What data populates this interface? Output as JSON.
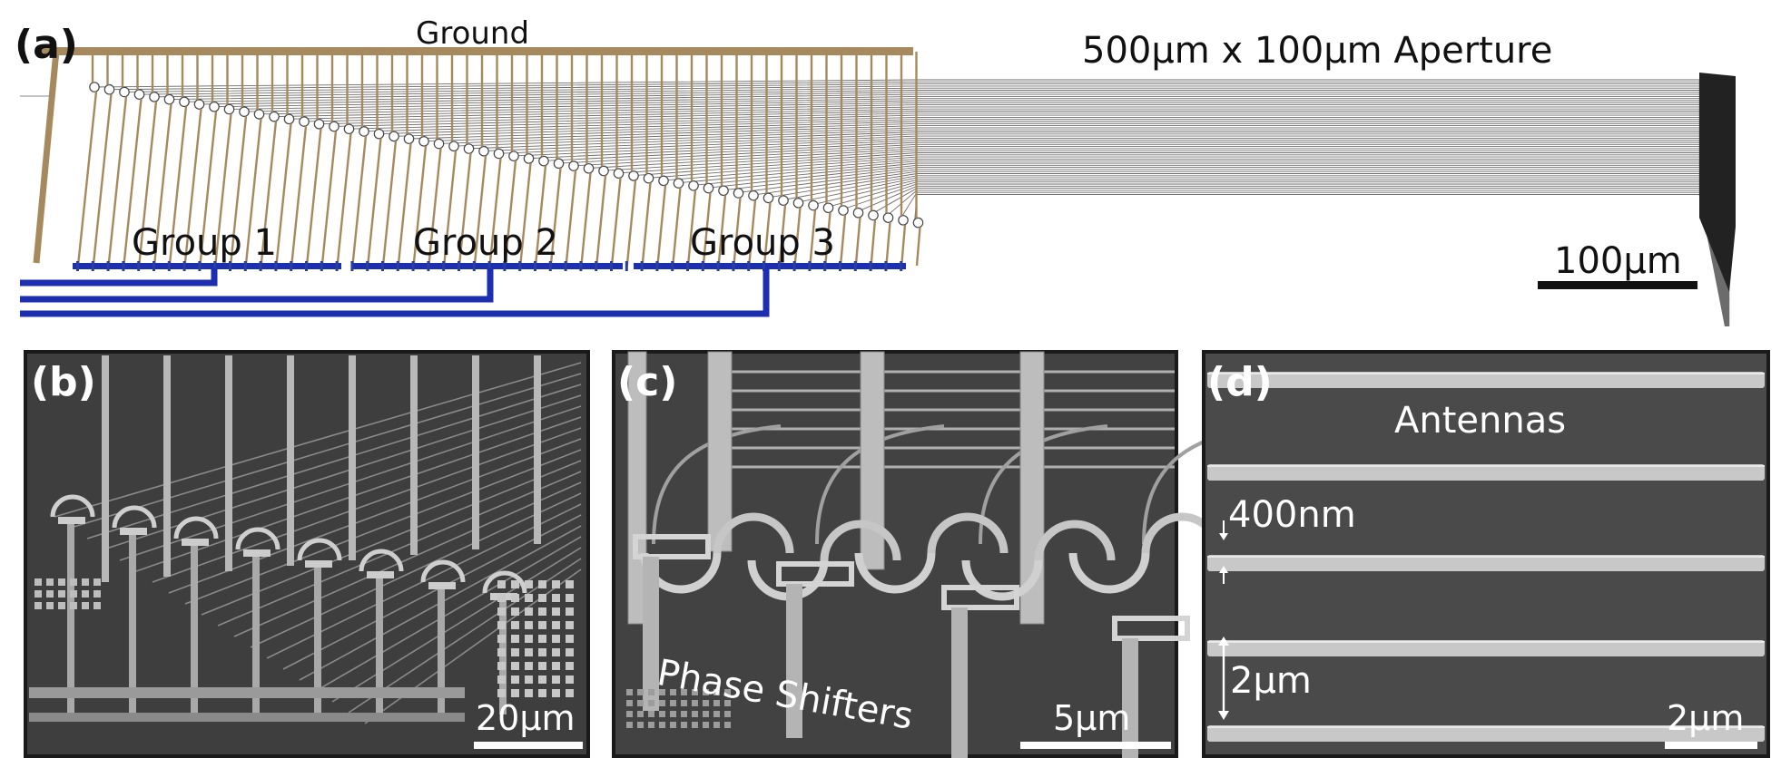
{
  "panels": {
    "a": {
      "letter": "(a)",
      "ground_label": "Ground",
      "aperture_label": "500µm x 100µm Aperture",
      "groups": [
        "Group 1",
        "Group 2",
        "Group 3"
      ],
      "scalebar_label": "100µm"
    },
    "b": {
      "letter": "(b)",
      "scalebar_label": "20µm"
    },
    "c": {
      "letter": "(c)",
      "annotation": "Phase Shifters",
      "scalebar_label": "5µm"
    },
    "d": {
      "letter": "(d)",
      "annotation": "Antennas",
      "spacing_label": "400nm",
      "pitch_label": "2µm",
      "scalebar_label": "2µm"
    }
  },
  "colors": {
    "ground_wire": "#a68a5e",
    "control_wire": "#1b2fb0",
    "sem_background": "#4a4a4a",
    "sem_features": "#c4c4c4",
    "text_dark": "#111111",
    "text_light": "#ffffff"
  }
}
